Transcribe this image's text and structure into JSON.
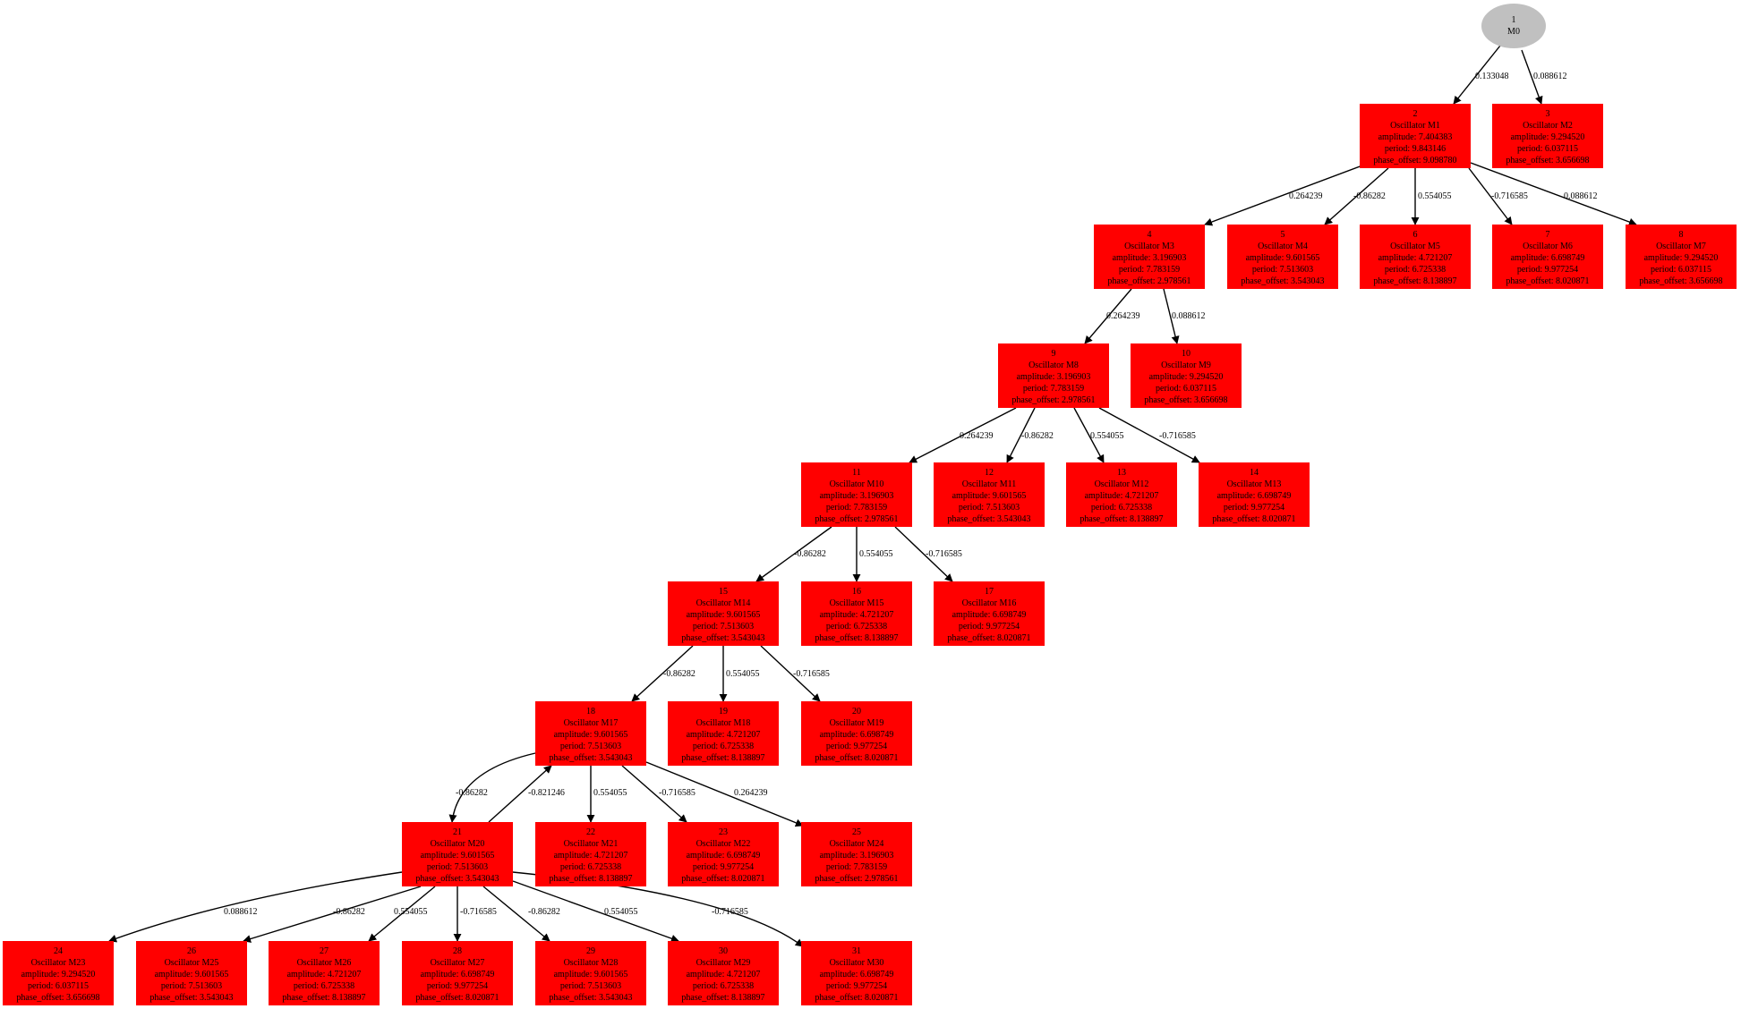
{
  "graph": {
    "root": {
      "id": "1",
      "label": "M0",
      "color": "#c0c0c0"
    },
    "node_color": "#ff0000",
    "nodes": [
      {
        "id": "2",
        "lines": [
          "2",
          "Oscillator M1",
          "amplitude: 7.404383",
          "period: 9.843146",
          "phase_offset: 9.098780"
        ]
      },
      {
        "id": "3",
        "lines": [
          "3",
          "Oscillator M2",
          "amplitude: 9.294520",
          "period: 6.037115",
          "phase_offset: 3.656698"
        ]
      },
      {
        "id": "4",
        "lines": [
          "4",
          "Oscillator M3",
          "amplitude: 3.196903",
          "period: 7.783159",
          "phase_offset: 2.978561"
        ]
      },
      {
        "id": "5",
        "lines": [
          "5",
          "Oscillator M4",
          "amplitude: 9.601565",
          "period: 7.513603",
          "phase_offset: 3.543043"
        ]
      },
      {
        "id": "6",
        "lines": [
          "6",
          "Oscillator M5",
          "amplitude: 4.721207",
          "period: 6.725338",
          "phase_offset: 8.138897"
        ]
      },
      {
        "id": "7",
        "lines": [
          "7",
          "Oscillator M6",
          "amplitude: 6.698749",
          "period: 9.977254",
          "phase_offset: 8.020871"
        ]
      },
      {
        "id": "8",
        "lines": [
          "8",
          "Oscillator M7",
          "amplitude: 9.294520",
          "period: 6.037115",
          "phase_offset: 3.656698"
        ]
      },
      {
        "id": "9",
        "lines": [
          "9",
          "Oscillator M8",
          "amplitude: 3.196903",
          "period: 7.783159",
          "phase_offset: 2.978561"
        ]
      },
      {
        "id": "10",
        "lines": [
          "10",
          "Oscillator M9",
          "amplitude: 9.294520",
          "period: 6.037115",
          "phase_offset: 3.656698"
        ]
      },
      {
        "id": "11",
        "lines": [
          "11",
          "Oscillator M10",
          "amplitude: 3.196903",
          "period: 7.783159",
          "phase_offset: 2.978561"
        ]
      },
      {
        "id": "12",
        "lines": [
          "12",
          "Oscillator M11",
          "amplitude: 9.601565",
          "period: 7.513603",
          "phase_offset: 3.543043"
        ]
      },
      {
        "id": "13",
        "lines": [
          "13",
          "Oscillator M12",
          "amplitude: 4.721207",
          "period: 6.725338",
          "phase_offset: 8.138897"
        ]
      },
      {
        "id": "14",
        "lines": [
          "14",
          "Oscillator M13",
          "amplitude: 6.698749",
          "period: 9.977254",
          "phase_offset: 8.020871"
        ]
      },
      {
        "id": "15",
        "lines": [
          "15",
          "Oscillator M14",
          "amplitude: 9.601565",
          "period: 7.513603",
          "phase_offset: 3.543043"
        ]
      },
      {
        "id": "16",
        "lines": [
          "16",
          "Oscillator M15",
          "amplitude: 4.721207",
          "period: 6.725338",
          "phase_offset: 8.138897"
        ]
      },
      {
        "id": "17",
        "lines": [
          "17",
          "Oscillator M16",
          "amplitude: 6.698749",
          "period: 9.977254",
          "phase_offset: 8.020871"
        ]
      },
      {
        "id": "18",
        "lines": [
          "18",
          "Oscillator M17",
          "amplitude: 9.601565",
          "period: 7.513603",
          "phase_offset: 3.543043"
        ]
      },
      {
        "id": "19",
        "lines": [
          "19",
          "Oscillator M18",
          "amplitude: 4.721207",
          "period: 6.725338",
          "phase_offset: 8.138897"
        ]
      },
      {
        "id": "20",
        "lines": [
          "20",
          "Oscillator M19",
          "amplitude: 6.698749",
          "period: 9.977254",
          "phase_offset: 8.020871"
        ]
      },
      {
        "id": "21",
        "lines": [
          "21",
          "Oscillator M20",
          "amplitude: 9.601565",
          "period: 7.513603",
          "phase_offset: 3.543043"
        ]
      },
      {
        "id": "22",
        "lines": [
          "22",
          "Oscillator M21",
          "amplitude: 4.721207",
          "period: 6.725338",
          "phase_offset: 8.138897"
        ]
      },
      {
        "id": "23",
        "lines": [
          "23",
          "Oscillator M22",
          "amplitude: 6.698749",
          "period: 9.977254",
          "phase_offset: 8.020871"
        ]
      },
      {
        "id": "25",
        "lines": [
          "25",
          "Oscillator M24",
          "amplitude: 3.196903",
          "period: 7.783159",
          "phase_offset: 2.978561"
        ]
      },
      {
        "id": "24",
        "lines": [
          "24",
          "Oscillator M23",
          "amplitude: 9.294520",
          "period: 6.037115",
          "phase_offset: 3.656698"
        ]
      },
      {
        "id": "26",
        "lines": [
          "26",
          "Oscillator M25",
          "amplitude: 9.601565",
          "period: 7.513603",
          "phase_offset: 3.543043"
        ]
      },
      {
        "id": "27",
        "lines": [
          "27",
          "Oscillator M26",
          "amplitude: 4.721207",
          "period: 6.725338",
          "phase_offset: 8.138897"
        ]
      },
      {
        "id": "28",
        "lines": [
          "28",
          "Oscillator M27",
          "amplitude: 6.698749",
          "period: 9.977254",
          "phase_offset: 8.020871"
        ]
      },
      {
        "id": "29",
        "lines": [
          "29",
          "Oscillator M28",
          "amplitude: 9.601565",
          "period: 7.513603",
          "phase_offset: 3.543043"
        ]
      },
      {
        "id": "30",
        "lines": [
          "30",
          "Oscillator M29",
          "amplitude: 4.721207",
          "period: 6.725338",
          "phase_offset: 8.138897"
        ]
      },
      {
        "id": "31",
        "lines": [
          "31",
          "Oscillator M30",
          "amplitude: 6.698749",
          "period: 9.977254",
          "phase_offset: 8.020871"
        ]
      }
    ],
    "edges": [
      {
        "from": "1",
        "to": "2",
        "label": "0.133048"
      },
      {
        "from": "1",
        "to": "3",
        "label": "0.088612"
      },
      {
        "from": "2",
        "to": "4",
        "label": "0.264239"
      },
      {
        "from": "2",
        "to": "5",
        "label": "-0.86282"
      },
      {
        "from": "2",
        "to": "6",
        "label": "0.554055"
      },
      {
        "from": "2",
        "to": "7",
        "label": "-0.716585"
      },
      {
        "from": "2",
        "to": "8",
        "label": "0.088612"
      },
      {
        "from": "4",
        "to": "9",
        "label": "0.264239"
      },
      {
        "from": "4",
        "to": "10",
        "label": "0.088612"
      },
      {
        "from": "9",
        "to": "11",
        "label": "0.264239"
      },
      {
        "from": "9",
        "to": "12",
        "label": "-0.86282"
      },
      {
        "from": "9",
        "to": "13",
        "label": "0.554055"
      },
      {
        "from": "9",
        "to": "14",
        "label": "-0.716585"
      },
      {
        "from": "11",
        "to": "15",
        "label": "-0.86282"
      },
      {
        "from": "11",
        "to": "16",
        "label": "0.554055"
      },
      {
        "from": "11",
        "to": "17",
        "label": "-0.716585"
      },
      {
        "from": "15",
        "to": "18",
        "label": "-0.86282"
      },
      {
        "from": "15",
        "to": "19",
        "label": "0.554055"
      },
      {
        "from": "15",
        "to": "20",
        "label": "-0.716585"
      },
      {
        "from": "18",
        "to": "21",
        "label": "-0.86282"
      },
      {
        "from": "21",
        "to": "18",
        "label": "-0.821246"
      },
      {
        "from": "18",
        "to": "22",
        "label": "0.554055"
      },
      {
        "from": "18",
        "to": "23",
        "label": "-0.716585"
      },
      {
        "from": "18",
        "to": "25",
        "label": "0.264239"
      },
      {
        "from": "21",
        "to": "24",
        "label": "0.088612"
      },
      {
        "from": "21",
        "to": "26",
        "label": "-0.86282"
      },
      {
        "from": "21",
        "to": "27",
        "label": "0.554055"
      },
      {
        "from": "21",
        "to": "28",
        "label": "-0.716585"
      },
      {
        "from": "21",
        "to": "29",
        "label": "-0.86282"
      },
      {
        "from": "21",
        "to": "30",
        "label": "0.554055"
      },
      {
        "from": "21",
        "to": "31",
        "label": "-0.716585"
      }
    ]
  }
}
